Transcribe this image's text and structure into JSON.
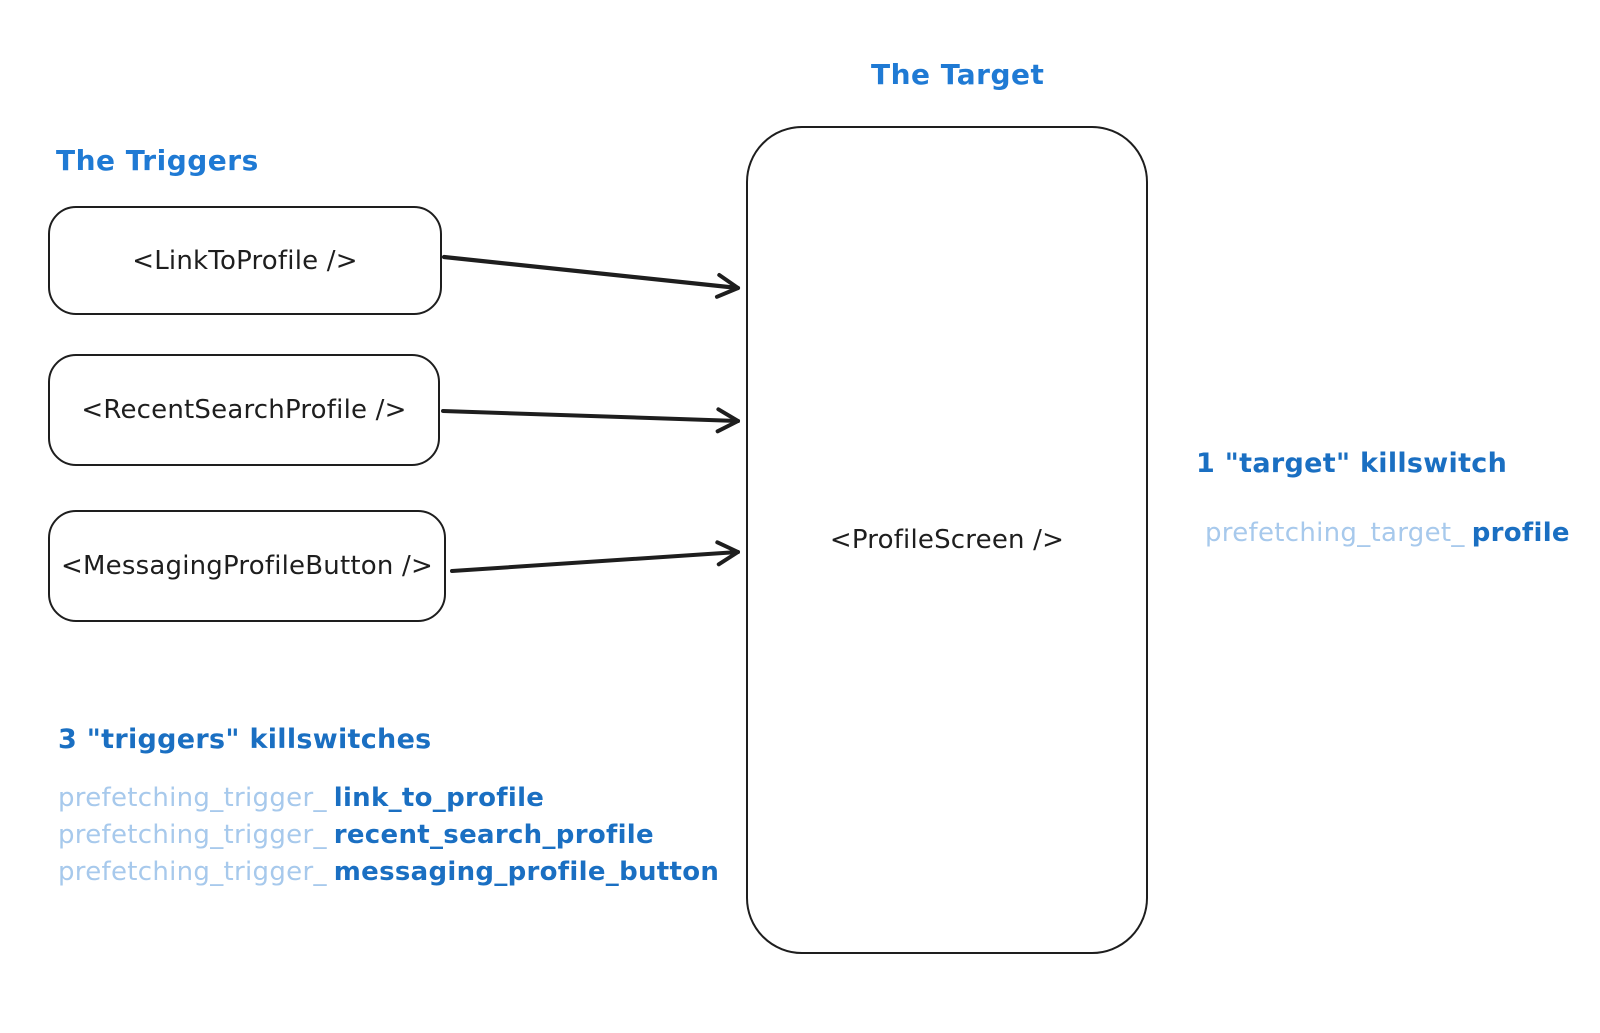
{
  "colors": {
    "ink": "#1e1e1e",
    "title_blue": "#1f7ad4",
    "strong_blue": "#1a6fc2",
    "light_blue": "#a7c9ec",
    "background": "#ffffff"
  },
  "triggers": {
    "label": "The Triggers",
    "boxes": [
      {
        "label": "<LinkToProfile />"
      },
      {
        "label": "<RecentSearchProfile />"
      },
      {
        "label": "<MessagingProfileButton />"
      }
    ],
    "killswitches": {
      "heading": "3 \"triggers\" killswitches",
      "items": [
        {
          "prefix": "prefetching_trigger_",
          "name": "link_to_profile"
        },
        {
          "prefix": "prefetching_trigger_",
          "name": "recent_search_profile"
        },
        {
          "prefix": "prefetching_trigger_",
          "name": "messaging_profile_button"
        }
      ]
    }
  },
  "target": {
    "label": "The Target",
    "box_label": "<ProfileScreen />",
    "killswitch": {
      "heading": "1 \"target\" killswitch",
      "prefix": "prefetching_target_",
      "name": "profile"
    }
  }
}
